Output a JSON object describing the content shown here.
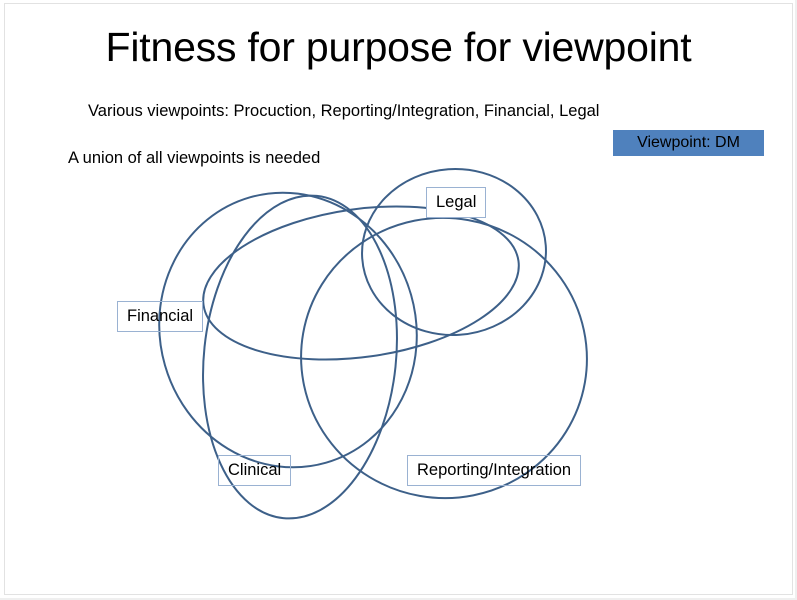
{
  "slide": {
    "title": "Fitness for purpose for viewpoint",
    "subtitle_line_1": "Various viewpoints: Procuction, Reporting/Integration, Financial, Legal",
    "subtitle_line_2": "A union of all viewpoints is needed",
    "badge_label": "Viewpoint: DM",
    "badge_color": "#4f81bd",
    "background_color": "#ffffff",
    "text_color": "#000000"
  },
  "diagram": {
    "type": "venn-overlapping-ellipses",
    "stroke_color": "#3d6089",
    "stroke_width": 2,
    "fill": "none",
    "label_border_color": "#9ab2d2",
    "labels": [
      {
        "id": "legal",
        "text": "Legal"
      },
      {
        "id": "financial",
        "text": "Financial"
      },
      {
        "id": "clinical",
        "text": "Clinical"
      },
      {
        "id": "reporting",
        "text": "Reporting/Integration"
      }
    ]
  }
}
